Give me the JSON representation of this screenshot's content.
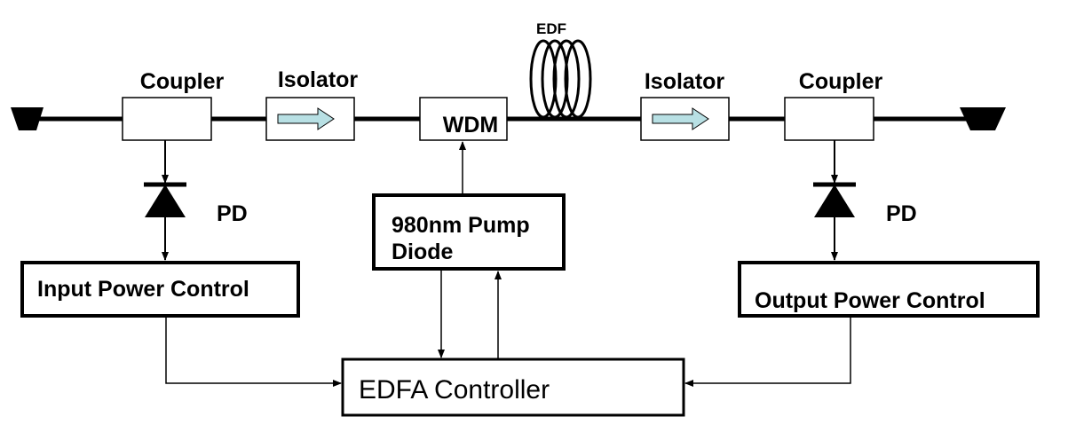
{
  "labels": {
    "edf": "EDF",
    "coupler_in": "Coupler",
    "isolator_in": "Isolator",
    "wdm": "WDM",
    "isolator_out": "Isolator",
    "coupler_out": "Coupler",
    "pd_in": "PD",
    "pd_out": "PD",
    "pump_line1": "980nm Pump",
    "pump_line2": "Diode",
    "input_power_control": "Input Power Control",
    "output_power_control": "Output Power Control",
    "edfa_controller": "EDFA Controller"
  },
  "colors": {
    "isolator_arrow_fill": "#b8e0e4",
    "line": "#000000"
  }
}
